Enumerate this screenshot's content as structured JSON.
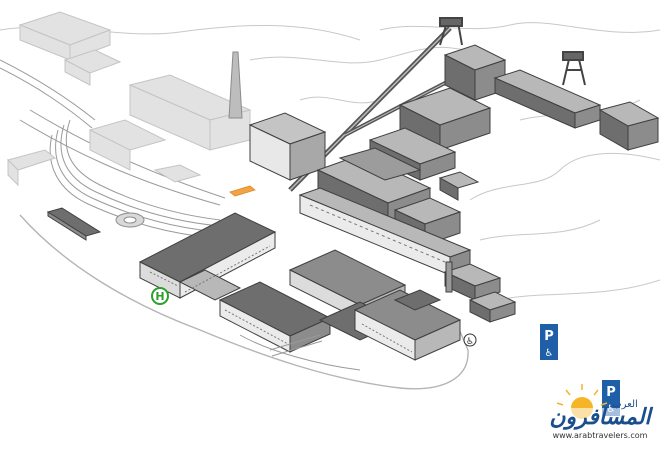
{
  "map": {
    "icons": {
      "bus_stop": {
        "icon": "bus-stop-icon",
        "label": "H",
        "color": "#2e9e2e"
      },
      "parking_1": {
        "icon": "parking-icon",
        "label": "P",
        "color": "#1f5fa8"
      },
      "parking_2": {
        "icon": "parking-icon",
        "label": "P",
        "color": "#1f5fa8"
      },
      "wheelchair_1": {
        "icon": "wheelchair-icon",
        "label": "♿"
      },
      "wheelchair_2": {
        "icon": "wheelchair-icon",
        "label": "♿"
      },
      "wheelchair_3": {
        "icon": "wheelchair-icon",
        "label": "♿"
      }
    },
    "colors": {
      "building_dark": "#6e6e6e",
      "building_mid": "#8c8c8c",
      "building_light": "#c9c9c9",
      "faded": "#dcdcdc",
      "walkway": "#f2a444"
    }
  },
  "watermark": {
    "script_text": "المسافرون",
    "small_text": "العرب",
    "url": "www.arabtravelers.com"
  }
}
